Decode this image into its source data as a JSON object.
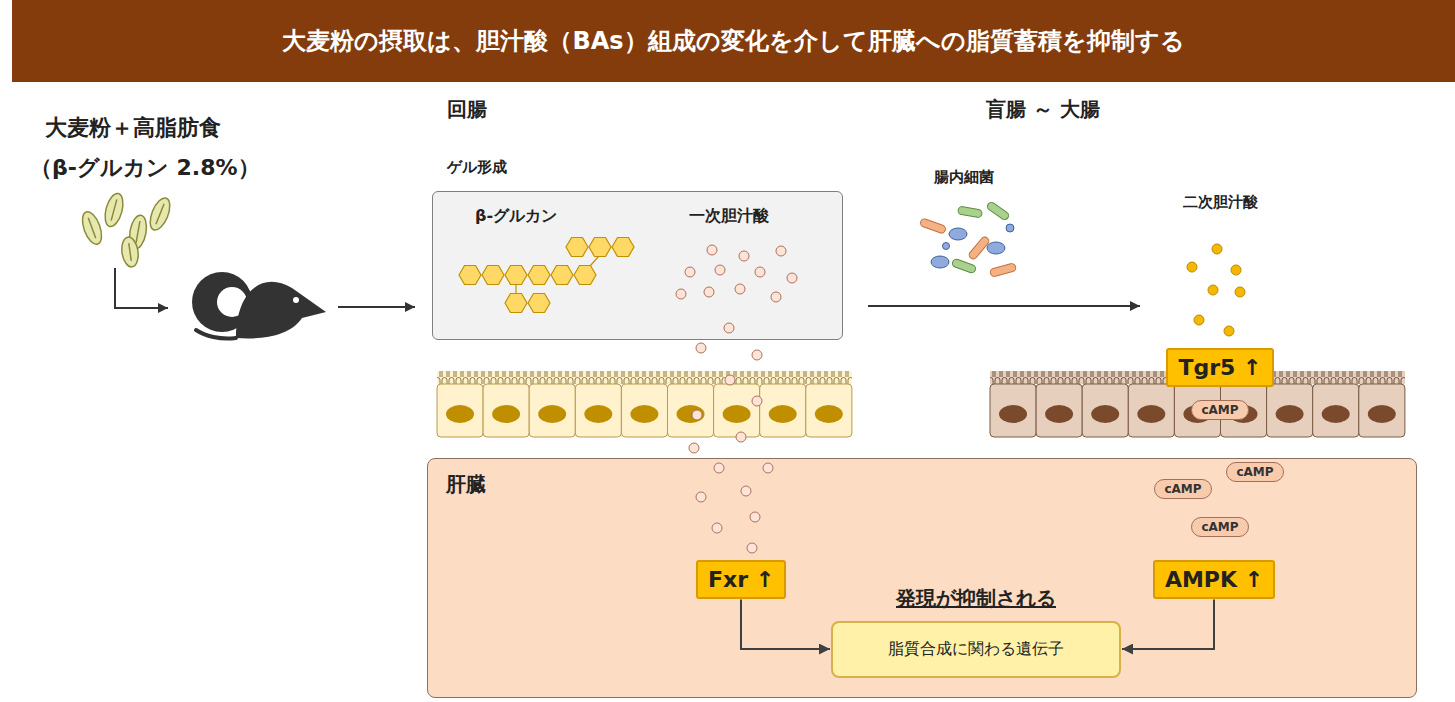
{
  "diagram": {
    "title": "大麦粉の摂取は、胆汁酸（BAs）組成の変化を介して肝臓への脂質蓄積を抑制する",
    "nodes": [
      {
        "text": [
          "ゲル形成",
          "β-グルカン",
          "一次胆汁酸"
        ]
      },
      {
        "text": [
          "Tgr5 ↑"
        ]
      },
      {
        "text": [
          "cAMP"
        ]
      },
      {
        "text": [
          "肝臓"
        ]
      },
      {
        "text": [
          "Fxr ↑"
        ],
        "in": 3
      },
      {
        "text": [
          "AMPK ↑"
        ],
        "in": 3
      },
      {
        "text": [
          "cAMP"
        ],
        "in": 3
      },
      {
        "text": [
          "cAMP"
        ],
        "in": 3
      },
      {
        "text": [
          "cAMP"
        ],
        "in": 3
      },
      {
        "text": [
          "発現が抑制される",
          "脂質合成に関わる遺伝子"
        ],
        "in": 3
      }
    ],
    "edges": [
      {
        "from": 4,
        "to": 9,
        "arrow": "to"
      },
      {
        "from": 5,
        "to": 9,
        "arrow": "to"
      }
    ],
    "labels": [
      "大麦粉＋高脂肪食",
      "（β-グルカン 2.8%）",
      "回腸",
      "盲腸 ～ 大腸",
      "腸内細菌",
      "二次胆汁酸"
    ]
  }
}
